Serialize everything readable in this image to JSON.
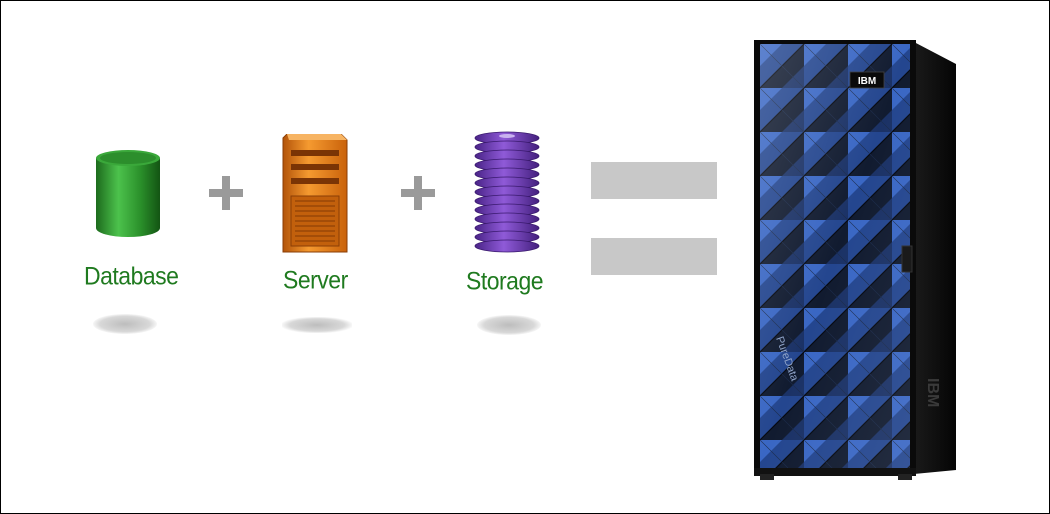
{
  "components": {
    "database_label": "Database",
    "server_label": "Server",
    "storage_label": "Storage"
  },
  "system": {
    "badge_text": "IBM",
    "product_text": "PureData",
    "side_logo_text": "IBM"
  },
  "colors": {
    "label_green": "#1f7a1f",
    "database_green": "#2e9a2e",
    "server_orange": "#e87a10",
    "storage_purple": "#6a3fb0",
    "operator_gray": "#9a9a9a",
    "equals_gray": "#c8c8c8",
    "rack_blue": "#2a4f9c"
  },
  "icons": [
    "database-icon",
    "server-icon",
    "storage-icon",
    "plus-icon",
    "equals-icon",
    "rack-icon"
  ]
}
